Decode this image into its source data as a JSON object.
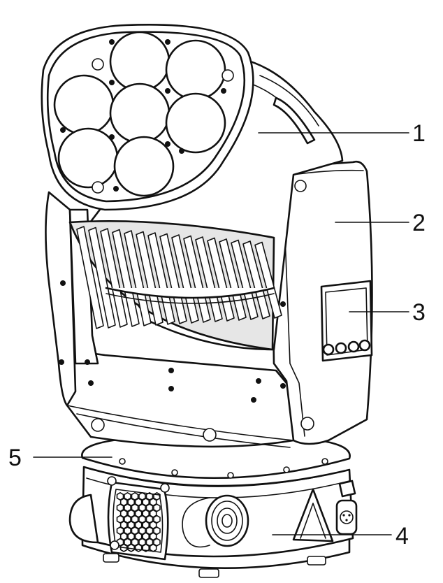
{
  "callouts": [
    {
      "id": 1,
      "label": "1"
    },
    {
      "id": 2,
      "label": "2"
    },
    {
      "id": 3,
      "label": "3"
    },
    {
      "id": 4,
      "label": "4"
    },
    {
      "id": 5,
      "label": "5"
    }
  ],
  "colors": {
    "stroke": "#111111",
    "background": "#ffffff",
    "shade": "#e6e6e6"
  }
}
